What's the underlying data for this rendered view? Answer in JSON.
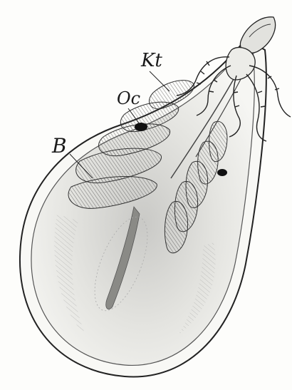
{
  "figure": {
    "labels": {
      "kt": "Kt",
      "oc": "Oc",
      "b": "B"
    }
  }
}
